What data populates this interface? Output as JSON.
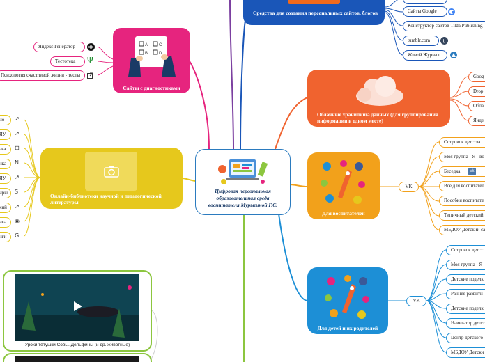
{
  "center": {
    "title": "Цифровая персональная образовательная среда воспитателя Мурыгиной Г.С."
  },
  "top_branch": {
    "label": "Средства для создания персональных сайтов, блогов",
    "items": [
      "Сайты Google",
      "Конструктор сайтов Tilda Publishing",
      "tumblr.com",
      "Живой Журнал"
    ]
  },
  "diagnostics": {
    "label": "Сайты с диагностиками",
    "items": [
      "Яндекс Генератор",
      "Тестотека",
      "Психология счастливой жизни - тесты"
    ]
  },
  "libraries": {
    "label": "Онлайн-библиотеки научной и педагогической литературы",
    "items": [
      "ио",
      "ЯУ",
      "ека",
      "нка",
      "ЯУ",
      "иры",
      "кий",
      "нка",
      "нги"
    ]
  },
  "cloud": {
    "label": "Облачные хранилища данных (для группирования информации в одном месте)",
    "items": [
      "Goog",
      "Drop",
      "Обла",
      "Янде"
    ]
  },
  "educators": {
    "label": "Для воспитателей",
    "hub": "VK",
    "items": [
      "Островок детства",
      "Моя группа - Я - во",
      "Беседка",
      "Всё для воспитател",
      "Пособия воспитате",
      "Типичный детский",
      "МБДОУ Детский са"
    ]
  },
  "parents": {
    "label": "Для детей и их родителей",
    "hub": "VK",
    "items": [
      "Островок детст",
      "Моя группа - Я",
      "Детские поделк",
      "Раннее развити",
      "Детские поделк",
      "Навигатор детст",
      "Центр детского",
      "МБДОУ Детски"
    ]
  },
  "videos": [
    {
      "caption": "Уроки тётушки Совы. Дельфины (и др. животные)"
    },
    {
      "caption": ""
    }
  ],
  "colors": {
    "center_border": "#2b7bbf",
    "top_blue": "#1a56b8",
    "diag_pink": "#e6247e",
    "lib_yellow": "#e6c81c",
    "cloud_orange": "#f0632f",
    "educ_orange": "#f2a11b",
    "parents_blue": "#1d8fd6",
    "video_green": "#8cc63f"
  },
  "icons": [
    "plus-icon",
    "psi-icon",
    "external-link-icon",
    "google-icon",
    "tumblr-icon",
    "livejournal-icon",
    "vk-icon",
    "camera-icon",
    "play-icon"
  ]
}
